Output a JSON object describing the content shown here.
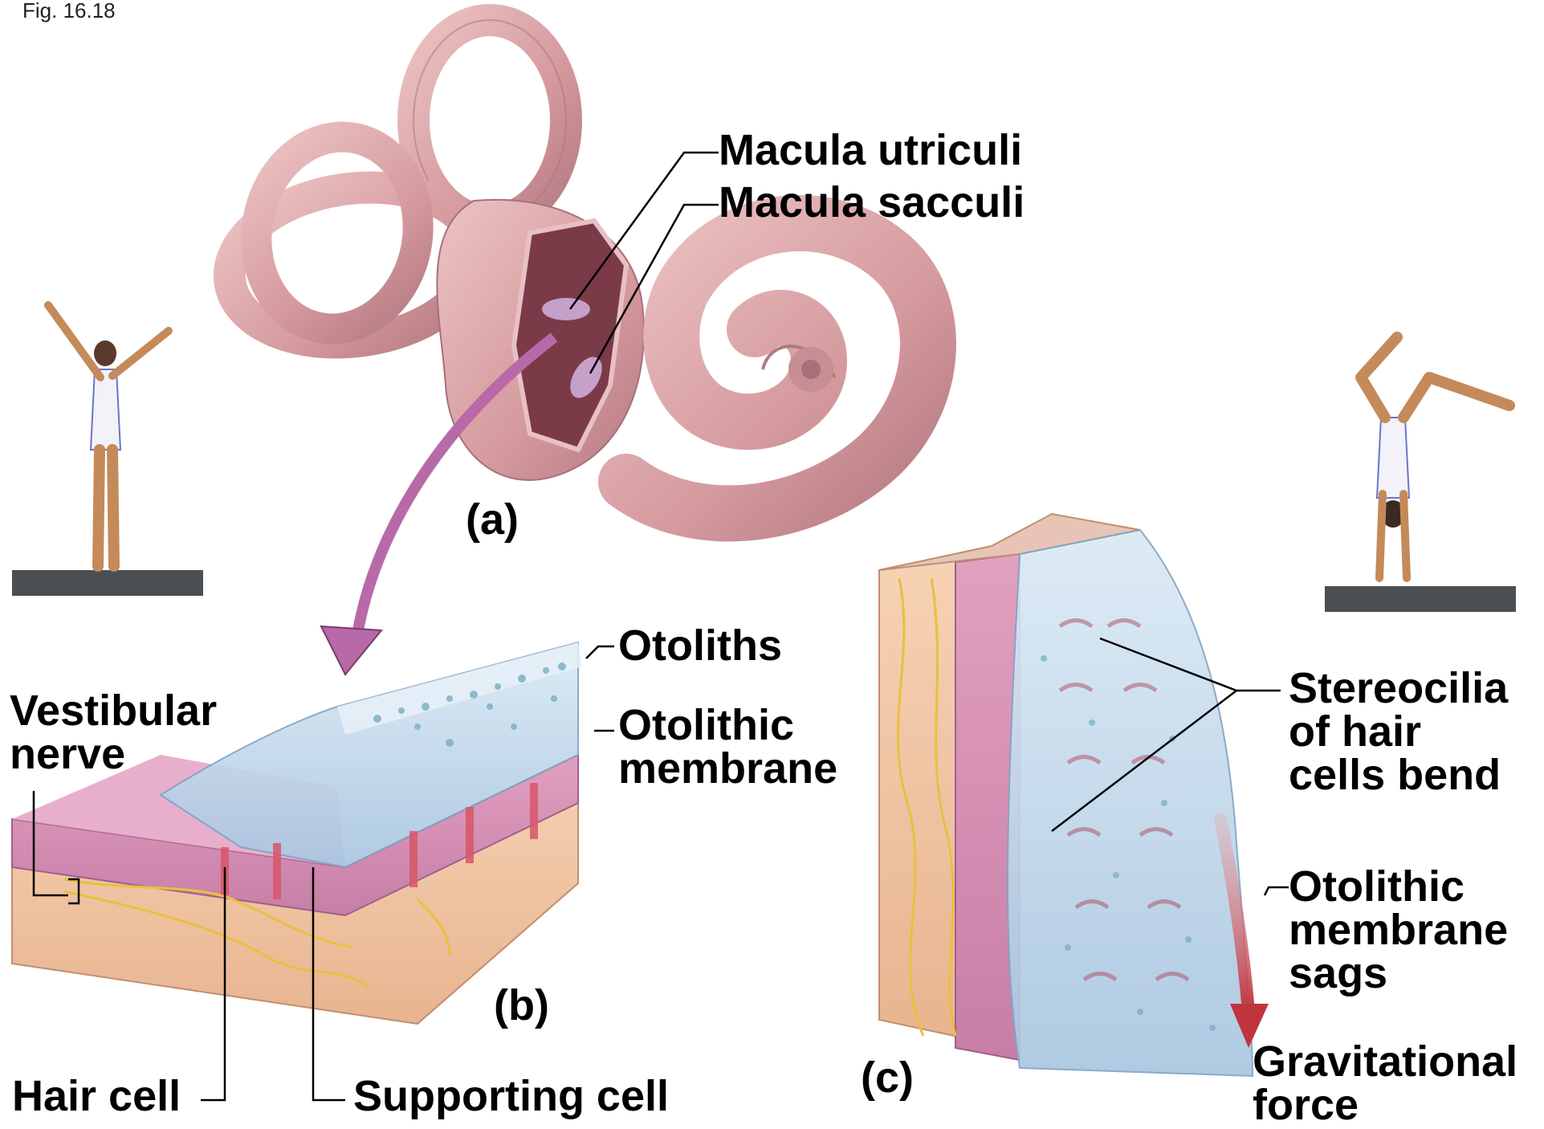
{
  "figure_number": "Fig. 16.18",
  "panels": {
    "a": "(a)",
    "b": "(b)",
    "c": "(c)"
  },
  "labels": {
    "macula_utriculi": "Macula utriculi",
    "macula_sacculi": "Macula sacculi",
    "otoliths": "Otoliths",
    "otolithic_membrane_b": "Otolithic\nmembrane",
    "vestibular_nerve": "Vestibular\nnerve",
    "hair_cell": "Hair cell",
    "supporting_cell": "Supporting cell",
    "stereocilia": "Stereocilia\nof hair\ncells bend",
    "otolithic_membrane_c": "Otolithic\nmembrane\nsags",
    "gravitational_force": "Gravitational\nforce"
  },
  "colors": {
    "ear_pink": "#d9a3a6",
    "ear_dark": "#6a2a36",
    "arrow_purple": "#b86aa8",
    "tissue_pink": "#d68aa8",
    "gel_blue": "#bcd6ea",
    "skin_tan": "#f0c8a8",
    "nerve_yellow": "#e8c040",
    "force_red": "#c8444a",
    "beam_gray": "#4b4f52"
  }
}
